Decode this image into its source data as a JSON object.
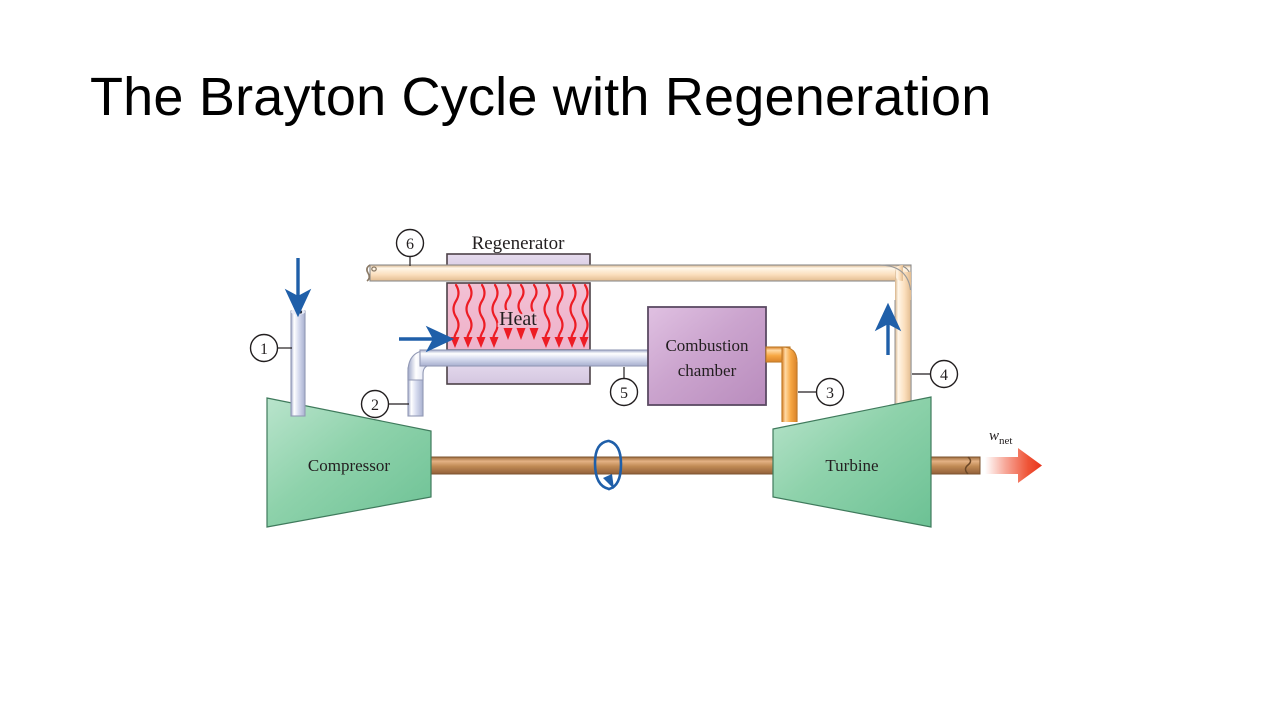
{
  "slide": {
    "title": "The Brayton Cycle with Regeneration",
    "background_color": "#ffffff"
  },
  "figure": {
    "components": {
      "regenerator_label": "Regenerator",
      "heat_label": "Heat",
      "combustion_line1": "Combustion",
      "combustion_line2": "chamber",
      "compressor_label": "Compressor",
      "turbine_label": "Turbine",
      "work_symbol": "w",
      "work_subscript": "net"
    },
    "state_points": [
      {
        "id": "1",
        "label": "1"
      },
      {
        "id": "2",
        "label": "2"
      },
      {
        "id": "3",
        "label": "3"
      },
      {
        "id": "4",
        "label": "4"
      },
      {
        "id": "5",
        "label": "5"
      },
      {
        "id": "6",
        "label": "6"
      }
    ],
    "colors": {
      "cold_pipe": "#c8cfe8",
      "hot_exhaust_pipe": "#f8dcb8",
      "combustion_out_pipe": "#f5a849",
      "shaft": "#c08a54",
      "turbomachine_green": "#8fd3ad",
      "regenerator_fill": "#ddd0e6",
      "heat_zone_fill": "#f0bcd0",
      "heat_arrow": "#ed1c24",
      "combustion_chamber_fill": "#cba4ce",
      "flow_arrow_blue": "#1f5fa9",
      "work_arrow_red": "#ee3524",
      "outline": "#4d4248"
    }
  }
}
